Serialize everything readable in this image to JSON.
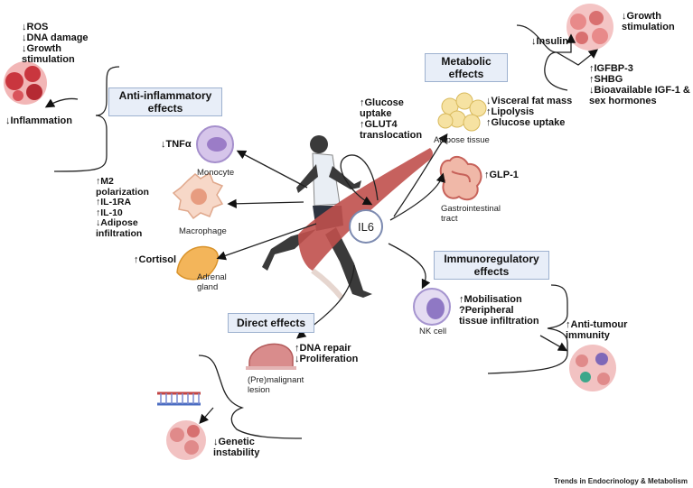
{
  "sections": {
    "anti_inflammatory": "Anti-inflammatory\neffects",
    "metabolic": "Metabolic\neffects",
    "immunoregulatory": "Immunoregulatory\neffects",
    "direct": "Direct effects"
  },
  "hub_label": "IL6",
  "top_left_effects": "↓ROS\n↓DNA damage\n↓Growth\nstimulation",
  "inflammation": "↓Inflammation",
  "tnfa": "↓TNFα",
  "monocyte": "Monocyte",
  "macrophage_effects": "↑M2\npolarization\n↑IL-1RA\n↑IL-10\n↓Adipose\ninfiltration",
  "macrophage": "Macrophage",
  "cortisol": "↑Cortisol",
  "adrenal": "Adrenal\ngland",
  "glucose": "↑Glucose\nuptake\n↑GLUT4\ntranslocation",
  "adipose_effects": "↓Visceral fat mass\n↑Lipolysis\n↑Glucose uptake",
  "adipose": "Adipose tissue",
  "glp1": "↑GLP-1",
  "gi": "Gastrointestinal\ntract",
  "insulin": "↓Insulin",
  "growth_top_right": "↓Growth\nstimulation",
  "igf_effects": "↑IGFBP-3\n↑SHBG\n↓Bioavailable IGF-1 &\nsex hormones",
  "nk_effects": "↑Mobilisation\n?Peripheral\ntissue infiltration",
  "nk": "NK cell",
  "anti_tumour": "↑Anti-tumour\nimmunity",
  "dna_effects": "↑DNA repair\n↓Proliferation",
  "lesion": "(Pre)malignant\nlesion",
  "genetic": "↓Genetic\ninstability",
  "credit": "Trends in Endocrinology & Metabolism",
  "colors": {
    "box_fill": "#e8eef8",
    "box_border": "#9db1cf",
    "muscle": "#c0504d",
    "runner": "#3a3a3a"
  }
}
